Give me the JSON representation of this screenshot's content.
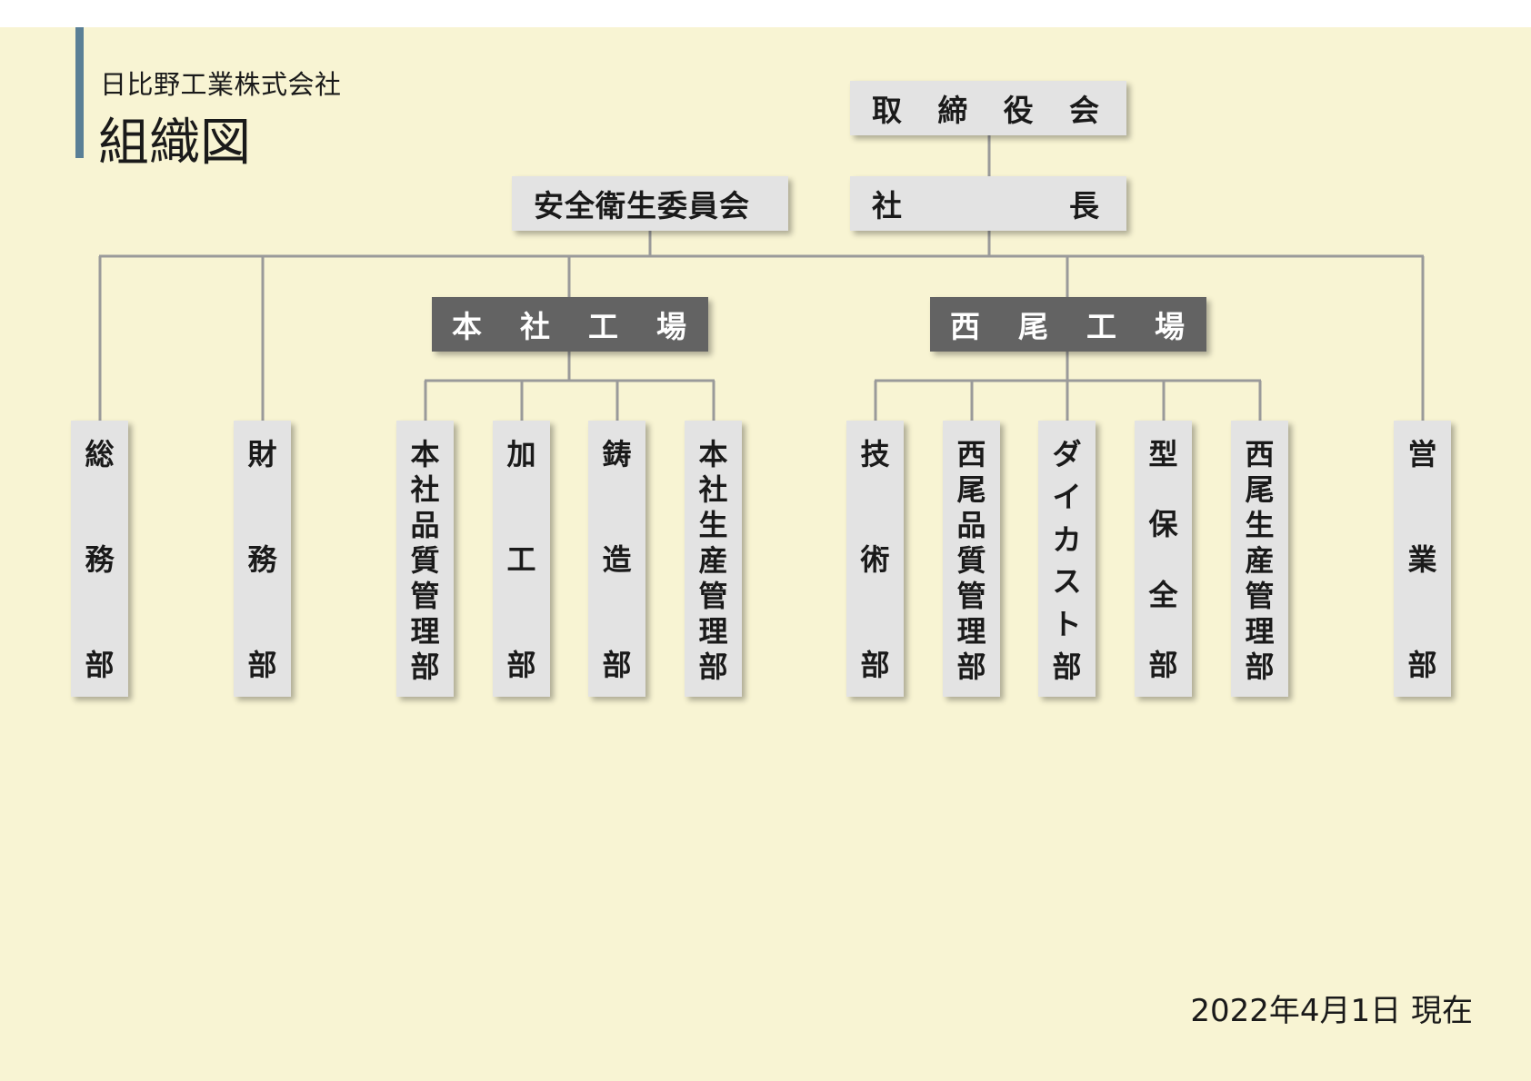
{
  "header": {
    "company": "日比野工業株式会社",
    "title": "組織図"
  },
  "footer": {
    "date": "2022年4月1日 現在"
  },
  "colors": {
    "background": "#f8f4d3",
    "box": "#e3e3e3",
    "factory_box": "#636363",
    "accent_bar": "#5a7f96",
    "line": "#9a9a9a"
  },
  "nodes": {
    "board": "取締役会",
    "president": "社長",
    "safety": "安全衛生委員会",
    "honsha_factory": "本社工場",
    "nishio_factory": "西尾工場",
    "departments": [
      "総務部",
      "財務部",
      "本社品質管理部",
      "加工部",
      "鋳造部",
      "本社生産管理部",
      "技術部",
      "西尾品質管理部",
      "ダイカスト部",
      "型保全部",
      "西尾生産管理部",
      "営業部"
    ]
  }
}
